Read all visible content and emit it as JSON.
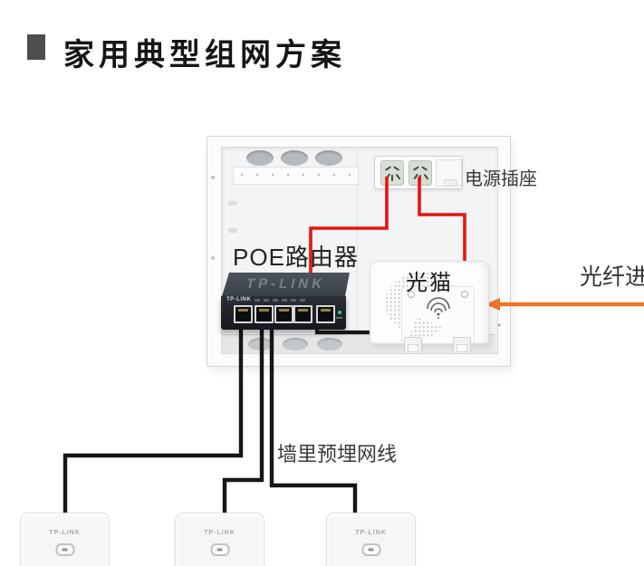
{
  "title": {
    "text": "家用典型组网方案"
  },
  "colors": {
    "title_square": "#4e4e4e",
    "power_wire": "#e8150d",
    "fiber_line": "#ed7524",
    "eth_cable": "#161616"
  },
  "enclosure": {
    "power_socket_label": "电源插座"
  },
  "poe_router": {
    "label": "POE路由器",
    "brand_top": "TP-LINK",
    "brand_front": "TP-LINK",
    "port_count": "5"
  },
  "modem": {
    "label": "光猫"
  },
  "annotations": {
    "embedded_cable": "墙里预埋网线",
    "fiber_in": "光纤进"
  },
  "wall_aps": [
    {
      "brand": "TP-LINK"
    },
    {
      "brand": "TP-LINK"
    },
    {
      "brand": "TP-LINK"
    }
  ]
}
